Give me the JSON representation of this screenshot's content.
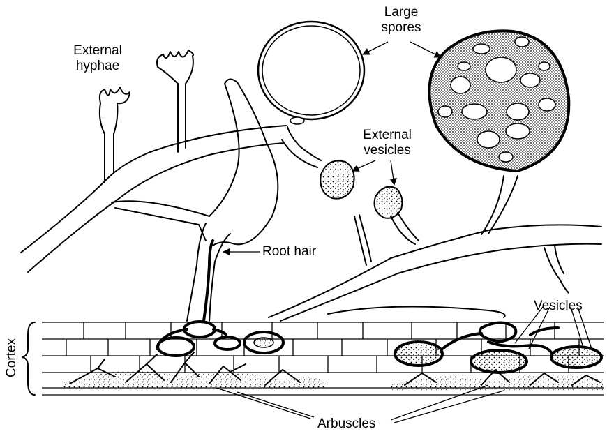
{
  "labels": {
    "external_hyphae": [
      "External",
      "hyphae"
    ],
    "large_spores": [
      "Large",
      "spores"
    ],
    "external_vesicles": [
      "External",
      "vesicles"
    ],
    "root_hair": "Root hair",
    "vesicles": "Vesicles",
    "cortex": "Cortex",
    "arbuscles": "Arbuscles"
  }
}
